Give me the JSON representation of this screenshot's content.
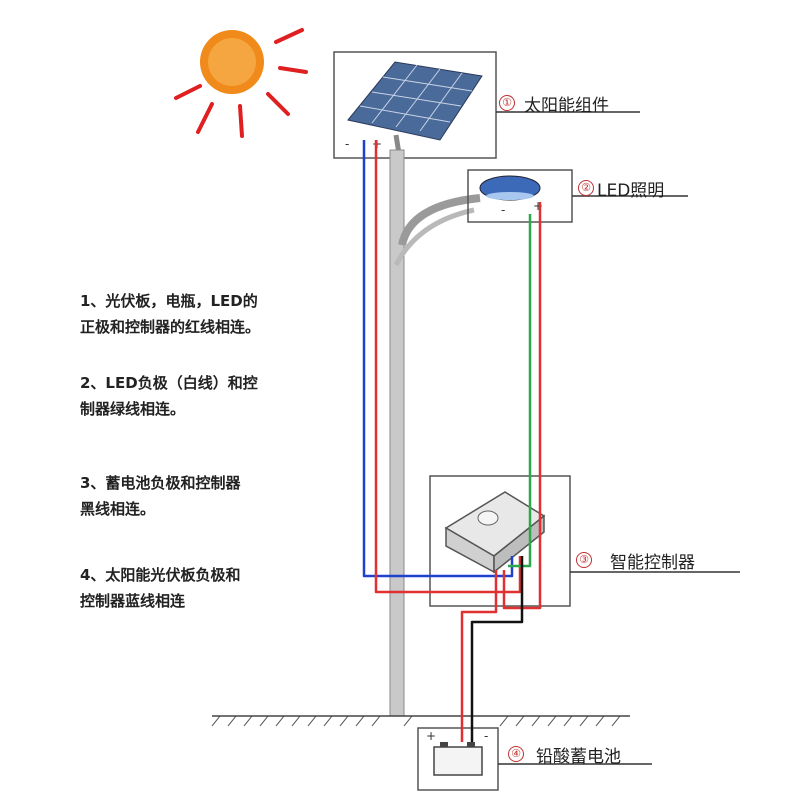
{
  "components": [
    {
      "number": "①",
      "label": "太阳能组件"
    },
    {
      "number": "②",
      "label": "LED照明"
    },
    {
      "number": "③",
      "label": "智能控制器"
    },
    {
      "number": "④",
      "label": "铅酸蓄电池"
    }
  ],
  "notes": [
    {
      "line1": "1、光伏板，电瓶，LED的",
      "line2": "正极和控制器的红线相连。"
    },
    {
      "line1": "2、LED负极（白线）和控",
      "line2": "制器绿线相连。"
    },
    {
      "line1": "3、蓄电池负极和控制器",
      "line2": "黑线相连。"
    },
    {
      "line1": "4、太阳能光伏板负极和",
      "line2": "控制器蓝线相连"
    }
  ],
  "terminals": {
    "minus": "-",
    "plus": "+"
  },
  "colors": {
    "positive_wire": "#e03030",
    "led_negative_wire": "#2aa84a",
    "battery_negative_wire": "#111111",
    "panel_negative_wire": "#2040d0",
    "sun": "#f08a1a",
    "sun_rays": "#e02020",
    "panel": "#4a6a9a",
    "frame": "#555555"
  },
  "icons": [
    "sun-icon",
    "solar-panel-icon",
    "led-lamp-icon",
    "controller-icon",
    "battery-icon"
  ]
}
